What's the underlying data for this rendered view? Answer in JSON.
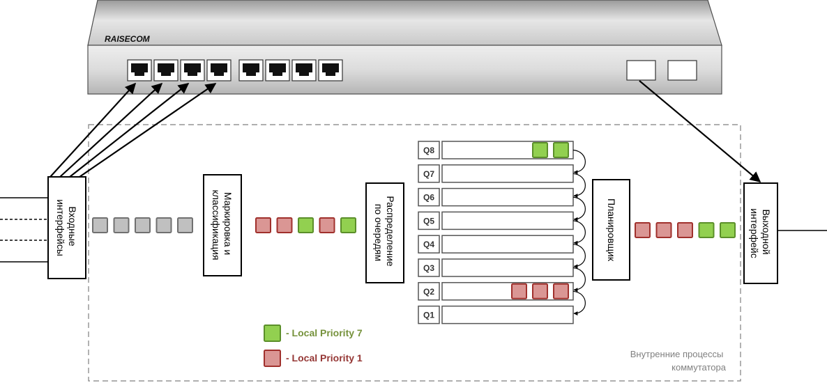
{
  "device": {
    "brand": "RAISECOM",
    "rj45_port_count": 8,
    "sfp_port_count": 2
  },
  "blocks": {
    "input": "Входные\nинтерфейсы",
    "marking": "Маркировка и\nклассификация",
    "queueing": "Распределение\nпо очередям",
    "scheduler": "Планировщик",
    "output": "Выходной\nинтерфейс"
  },
  "queues": [
    {
      "label": "Q8",
      "packets": [
        "green",
        "green"
      ]
    },
    {
      "label": "Q7",
      "packets": []
    },
    {
      "label": "Q6",
      "packets": []
    },
    {
      "label": "Q5",
      "packets": []
    },
    {
      "label": "Q4",
      "packets": []
    },
    {
      "label": "Q3",
      "packets": []
    },
    {
      "label": "Q2",
      "packets": [
        "red",
        "red",
        "red"
      ]
    },
    {
      "label": "Q1",
      "packets": []
    }
  ],
  "packet_flows": {
    "unclassified": [
      "gray",
      "gray",
      "gray",
      "gray",
      "gray"
    ],
    "classified": [
      "red",
      "red",
      "green",
      "red",
      "green"
    ],
    "scheduled": [
      "red",
      "red",
      "red",
      "green",
      "green"
    ]
  },
  "legend": [
    {
      "color": "green",
      "label": "- Local Priority 7"
    },
    {
      "color": "red",
      "label": "- Local Priority 1"
    }
  ],
  "region_caption": "Внутренние процессы\nкоммутатора",
  "colors": {
    "green_fill": "#92d050",
    "green_stroke": "#5b8f2a",
    "red_fill": "#da9694",
    "red_stroke": "#a0302c",
    "gray_fill": "#c0c0c0",
    "gray_stroke": "#707070",
    "legend_green_text": "#76923c",
    "legend_red_text": "#953735",
    "caption_text": "#808080"
  }
}
